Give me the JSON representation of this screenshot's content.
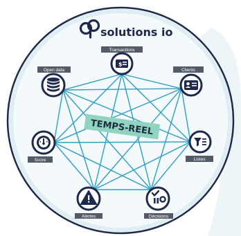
{
  "colors": {
    "primary": "#1f2a4a",
    "network_line": "#2b9fc4",
    "circle_fill": "#eef6f9",
    "circle_edge": "#1f2a4a",
    "label_bg": "#555b66",
    "badge": "#8fd3c0",
    "icon_ring": "#1f2a4a"
  },
  "logo": {
    "mark": "ap",
    "text": "solutions io"
  },
  "center_label": "TEMPS-REEL",
  "nodes": [
    {
      "id": "transactions",
      "label": "Transactions",
      "icon": "cash-icon"
    },
    {
      "id": "clients",
      "label": "Clients",
      "icon": "id-card-icon"
    },
    {
      "id": "listes",
      "label": "Listes",
      "icon": "filter-list-icon"
    },
    {
      "id": "decisions",
      "label": "Décisions",
      "icon": "decision-icon"
    },
    {
      "id": "alertes",
      "label": "Alertes",
      "icon": "warning-icon"
    },
    {
      "id": "score",
      "label": "Score",
      "icon": "gauge-icon"
    },
    {
      "id": "opendata",
      "label": "Open data",
      "icon": "database-icon"
    }
  ]
}
